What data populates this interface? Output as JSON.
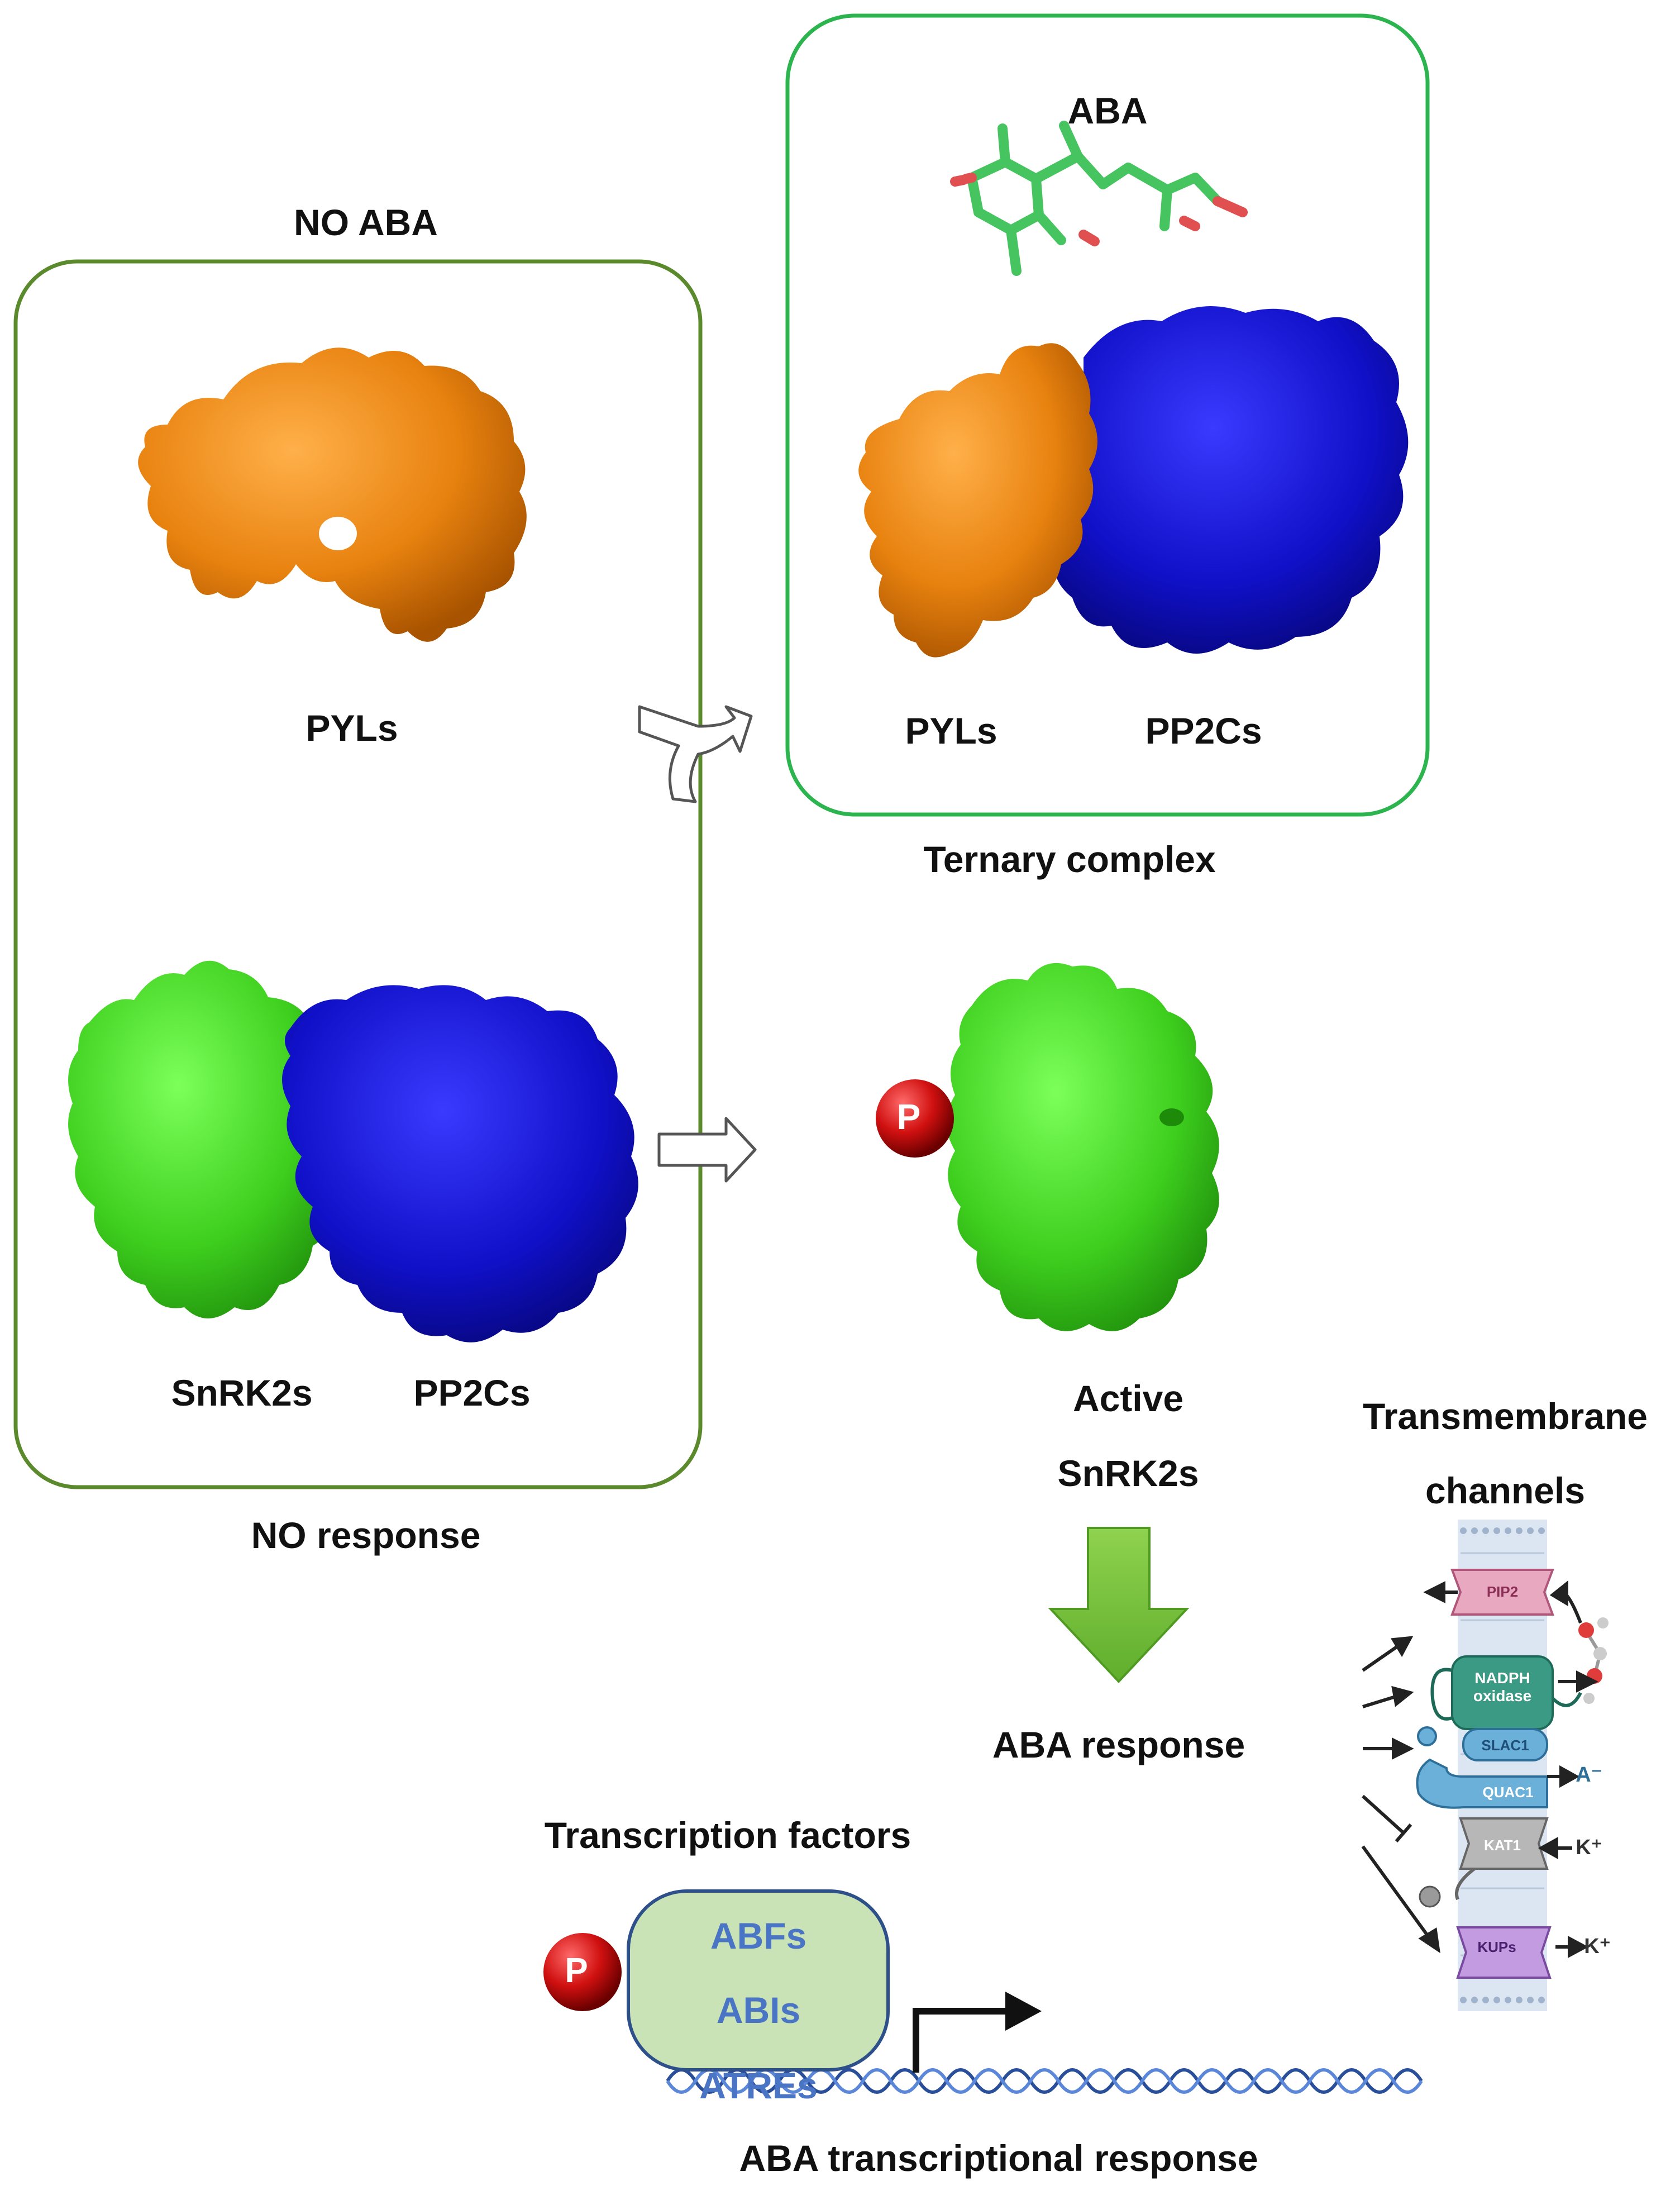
{
  "no_aba": {
    "title": "NO ABA",
    "pyls_label": "PYLs",
    "snrk2s_label": "SnRK2s",
    "pp2cs_label": "PP2Cs",
    "outcome": "NO response"
  },
  "aba": {
    "title": "ABA",
    "pyls_label": "PYLs",
    "pp2cs_label": "PP2Cs",
    "caption": "Ternary complex"
  },
  "active": {
    "line1": "Active",
    "line2": "SnRK2s",
    "phospho": "P",
    "response": "ABA response"
  },
  "channels": {
    "title_line1": "Transmembrane",
    "title_line2": "channels",
    "items": [
      "PIP2",
      "NADPH oxidase",
      "SLAC1",
      "QUAC1",
      "KAT1",
      "KUPs"
    ],
    "anion": "A⁻",
    "potassium": "K⁺"
  },
  "transcription": {
    "title": "Transcription factors",
    "tf1": "ABFs",
    "tf2": "ABIs",
    "element": "ATREs",
    "phospho": "P",
    "caption": "ABA transcriptional response"
  },
  "colors": {
    "pyl": "#e8820f",
    "pp2c": "#1010c8",
    "snrk2": "#3ecf1e",
    "box_left": "#5a8a2c",
    "box_right": "#2cb54e",
    "tf_fill": "#c9e2b6",
    "arrow_green": "#7cc242"
  }
}
